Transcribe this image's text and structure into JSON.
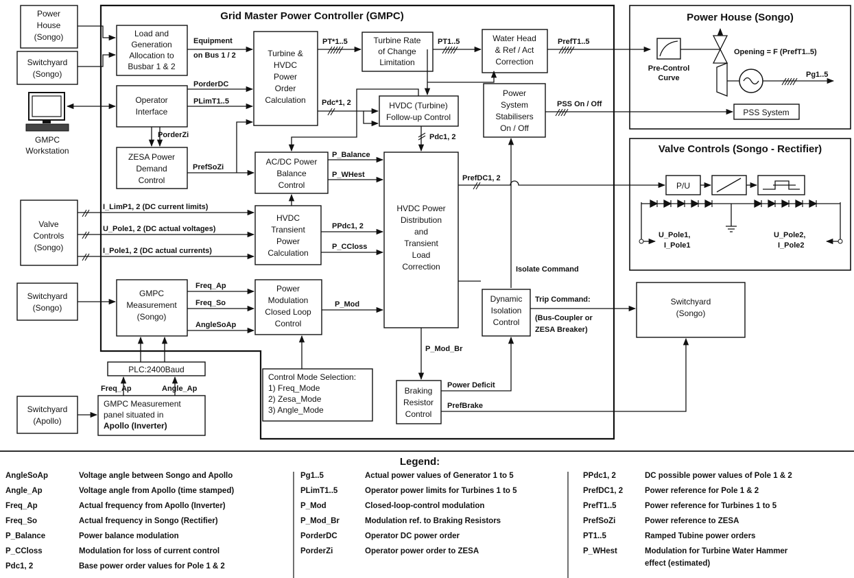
{
  "title": "Grid Master Power Controller (GMPC)",
  "blocks": {
    "power_house_songo": [
      "Power",
      "House",
      "(Songo)"
    ],
    "switchyard_songo_1": [
      "Switchyard",
      "(Songo)"
    ],
    "workstation": [
      "GMPC",
      "Workstation"
    ],
    "valve_controls": [
      "Valve",
      "Controls",
      "(Songo)"
    ],
    "switchyard_songo_2": [
      "Switchyard",
      "(Songo)"
    ],
    "switchyard_apollo": [
      "Switchyard",
      "(Apollo)"
    ],
    "load_gen": [
      "Load and",
      "Generation",
      "Allocation to",
      "Busbar 1 & 2"
    ],
    "operator_interface": [
      "Operator",
      "Interface"
    ],
    "zesa_demand": [
      "ZESA Power",
      "Demand",
      "Control"
    ],
    "turbine_hvdc": [
      "Turbine &",
      "HVDC",
      "Power",
      "Order",
      "Calculation"
    ],
    "turbine_rate": [
      "Turbine Rate",
      "of Change",
      "Limitation"
    ],
    "water_head": [
      "Water Head",
      "& Ref / Act",
      "Correction"
    ],
    "hvdc_followup": [
      "HVDC (Turbine)",
      "Follow-up Control"
    ],
    "pss": [
      "Power",
      "System",
      "Stabilisers",
      "On / Off"
    ],
    "acdc_balance": [
      "AC/DC Power",
      "Balance",
      "Control"
    ],
    "hvdc_transient": [
      "HVDC",
      "Transient",
      "Power",
      "Calculation"
    ],
    "hvdc_distribution": [
      "HVDC Power",
      "Distribution",
      "and",
      "Transient",
      "Load",
      "Correction"
    ],
    "gmpc_measurement": [
      "GMPC",
      "Measurement",
      "(Songo)"
    ],
    "power_modulation": [
      "Power",
      "Modulation",
      "Closed Loop",
      "Control"
    ],
    "dynamic_isolation": [
      "Dynamic",
      "Isolation",
      "Control"
    ],
    "plc": "PLC:2400Baud",
    "measurement_panel": [
      "GMPC Measurement",
      "panel situated in"
    ],
    "measurement_panel_bold": "Apollo (Inverter)",
    "control_mode": [
      "Control Mode Selection:",
      "1) Freq_Mode",
      "2) Zesa_Mode",
      "3) Angle_Mode"
    ],
    "braking": [
      "Braking",
      "Resistor",
      "Control"
    ],
    "switchyard_right": [
      "Switchyard",
      "(Songo)"
    ]
  },
  "signals": {
    "equipment": [
      "Equipment",
      "on Bus 1 / 2"
    ],
    "porderdc": "PorderDC",
    "plimt": "PLimT1..5",
    "porderzi": "PorderZi",
    "prefsozi": "PrefSoZi",
    "pt_star": "PT*1..5",
    "pt": "PT1..5",
    "preft": "PrefT1..5",
    "pdc_star": "Pdc*1, 2",
    "pdc": "Pdc1, 2",
    "pss_onoff": "PSS On / Off",
    "p_balance": "P_Balance",
    "p_whest": "P_WHest",
    "prefdc": "PrefDC1, 2",
    "i_limp": "I_LimP1, 2  (DC current limits)",
    "u_pole": "U_Pole1, 2  (DC actual voltages)",
    "i_pole": "I_Pole1, 2  (DC actual currents)",
    "ppdc": "PPdc1, 2",
    "p_ccloss": "P_CCloss",
    "isolate": "Isolate Command",
    "freq_ap": "Freq_Ap",
    "freq_so": "Freq_So",
    "anglesoap": "AngleSoAp",
    "p_mod": "P_Mod",
    "trip": [
      "Trip Command:",
      "(Bus-Coupler or",
      "ZESA Breaker)"
    ],
    "p_mod_br": "P_Mod_Br",
    "power_deficit": "Power Deficit",
    "prefbrake": "PrefBrake",
    "freq_ap2": "Freq_Ap",
    "angle_ap": "Angle_Ap"
  },
  "power_house": {
    "title": "Power House (Songo)",
    "opening": "Opening = F (PrefT1..5)",
    "precontrol": [
      "Pre-Control",
      "Curve"
    ],
    "pg": "Pg1..5",
    "pss_system": "PSS System"
  },
  "valve_panel": {
    "title": "Valve Controls (Songo - Rectifier)",
    "pu": "P/U",
    "pole1": [
      "U_Pole1,",
      "I_Pole1"
    ],
    "pole2": [
      "U_Pole2,",
      "I_Pole2"
    ]
  },
  "legend": {
    "title": "Legend:",
    "col1": [
      {
        "term": "AngleSoAp",
        "desc": "Voltage angle between Songo and Apollo"
      },
      {
        "term": "Angle_Ap",
        "desc": "Voltage angle from Apollo (time stamped)"
      },
      {
        "term": "Freq_Ap",
        "desc": "Actual frequency from Apollo (Inverter)"
      },
      {
        "term": "Freq_So",
        "desc": "Actual frequency in Songo (Rectifier)"
      },
      {
        "term": "P_Balance",
        "desc": "Power balance modulation"
      },
      {
        "term": "P_CCloss",
        "desc": "Modulation for loss of current control"
      },
      {
        "term": "Pdc1, 2",
        "desc": "Base power order values for Pole 1 & 2"
      }
    ],
    "col2": [
      {
        "term": "Pg1..5",
        "desc": "Actual power values of Generator 1 to 5"
      },
      {
        "term": "PLimT1..5",
        "desc": "Operator power limits for Turbines 1 to 5"
      },
      {
        "term": "P_Mod",
        "desc": "Closed-loop-control modulation"
      },
      {
        "term": "P_Mod_Br",
        "desc": "Modulation ref. to Braking Resistors"
      },
      {
        "term": "PorderDC",
        "desc": "Operator DC power order"
      },
      {
        "term": "PorderZi",
        "desc": "Operator power order to ZESA"
      }
    ],
    "col3": [
      {
        "term": "PPdc1, 2",
        "desc": "DC possible power values of Pole 1 & 2"
      },
      {
        "term": "PrefDC1, 2",
        "desc": "Power reference for Pole 1 & 2"
      },
      {
        "term": "PrefT1..5",
        "desc": "Power reference for Turbines 1 to 5"
      },
      {
        "term": "PrefSoZi",
        "desc": "Power reference to ZESA"
      },
      {
        "term": "PT1..5",
        "desc": "Ramped Tubine power orders"
      },
      {
        "term": "P_WHest",
        "desc": "Modulation for Turbine Water Hammer"
      }
    ],
    "col3_extra": "effect (estimated)"
  }
}
